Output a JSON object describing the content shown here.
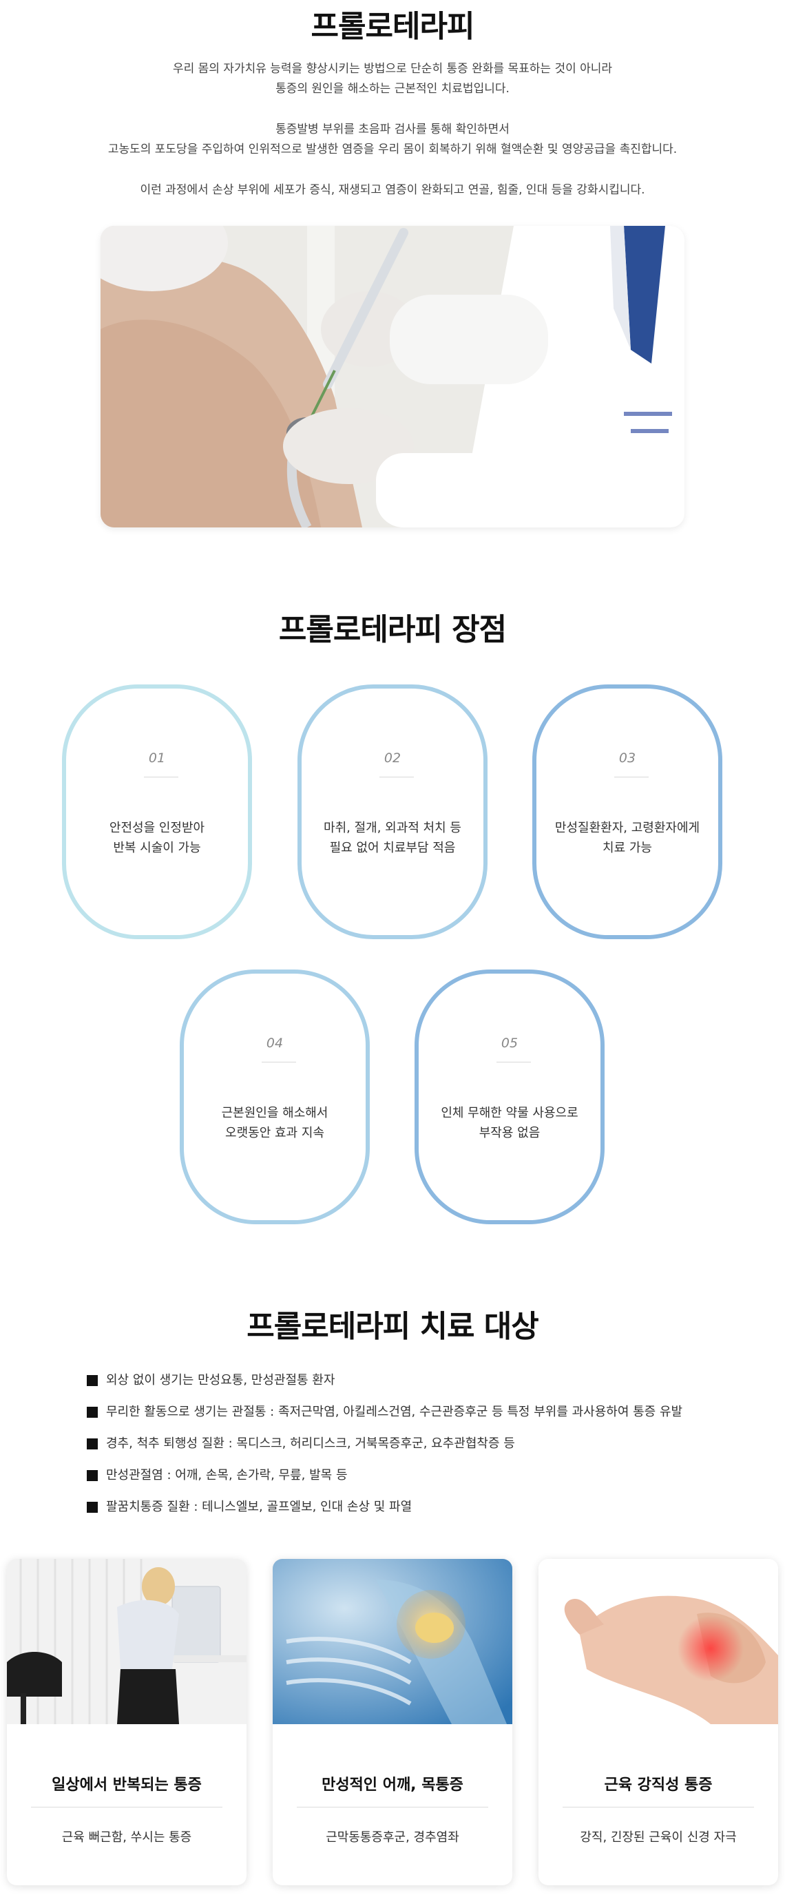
{
  "intro": {
    "title": "프롤로테라피",
    "p1": "우리 몸의 자가치유 능력을 향상시키는 방법으로 단순히 통증 완화를 목표하는 것이 아니라",
    "p2": "통증의 원인을 해소하는 근본적인 치료법입니다.",
    "p3": "통증발병 부위를 초음파 검사를 통해 확인하면서",
    "p4": "고농도의 포도당을 주입하여 인위적으로 발생한 염증을 우리 몸이 회복하기 위해 혈액순환 및 영양공급을 촉진합니다.",
    "p5": "이런 과정에서 손상 부위에 세포가 증식, 재생되고 염증이 완화되고 연골, 힘줄, 인대 등을 강화시킵니다."
  },
  "advantages": {
    "title": "프롤로테라피 장점",
    "items": [
      {
        "num": "01",
        "line1": "안전성을 인정받아",
        "line2": "반복 시술이 가능"
      },
      {
        "num": "02",
        "line1": "마취, 절개, 외과적 처치 등",
        "line2": "필요 없어 치료부담 적음"
      },
      {
        "num": "03",
        "line1": "만성질환환자, 고령환자에게",
        "line2": "치료 가능"
      },
      {
        "num": "04",
        "line1": "근본원인을 해소해서",
        "line2": "오랫동안 효과 지속"
      },
      {
        "num": "05",
        "line1": "인체 무해한 약물 사용으로",
        "line2": "부작용 없음"
      }
    ]
  },
  "targets": {
    "title": "프롤로테라피 치료 대상",
    "items": [
      "외상 없이 생기는 만성요통, 만성관절통 환자",
      "무리한 활동으로 생기는 관절통 : 족저근막염, 아킬레스건염, 수근관증후군 등 특정 부위를 과사용하여 통증 유발",
      "경추, 척추 퇴행성 질환 : 목디스크, 허리디스크, 거북목증후군, 요추관협착증 등",
      "만성관절염 : 어깨, 손목, 손가락, 무릎, 발목 등",
      "팔꿈치통증 질환 : 테니스엘보, 골프엘보, 인대 손상 및 파열"
    ]
  },
  "cards": [
    {
      "title": "일상에서 반복되는 통증",
      "sub": "근육 뻐근함, 쑤시는 통증"
    },
    {
      "title": "만성적인 어깨, 목통증",
      "sub": "근막동통증후군, 경추염좌"
    },
    {
      "title": "근육 강직성 통증",
      "sub": "강직, 긴장된 근육이 신경 자극"
    }
  ],
  "colors": {
    "card_border_light": "#b7dfe9",
    "card_border_mid": "#a6cce6",
    "card_border_dark": "#8bb8e0",
    "text_dark": "#111111"
  }
}
